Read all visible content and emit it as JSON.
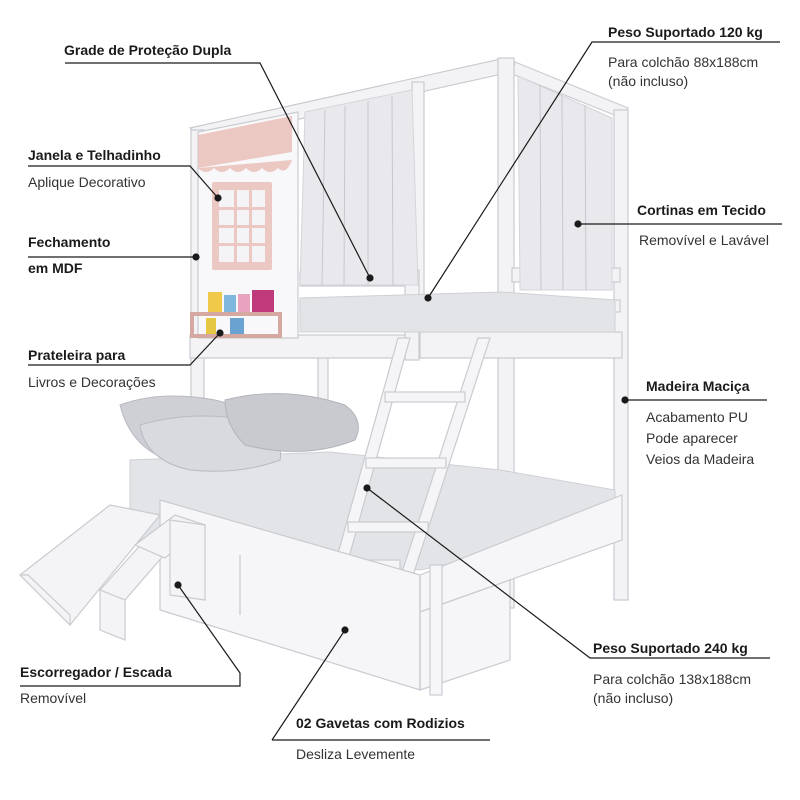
{
  "colors": {
    "background": "#ffffff",
    "frame": "#f3f3f5",
    "frame_edge": "#c9cbd0",
    "pink": "#ecc8c3",
    "bedding": "#dcdde2",
    "leader": "#1a1a1a"
  },
  "callouts": [
    {
      "id": "grade",
      "title": "Grade de Proteção Dupla",
      "subtitle": ""
    },
    {
      "id": "janela",
      "title": "Janela e Telhadinho",
      "subtitle": "Aplique Decorativo"
    },
    {
      "id": "fechamento",
      "title": "Fechamento",
      "subtitle": "em MDF"
    },
    {
      "id": "prateleira",
      "title": "Prateleira para",
      "subtitle": "Livros e Decorações"
    },
    {
      "id": "escorregador",
      "title": "Escorregador / Escada",
      "subtitle": "Removível"
    },
    {
      "id": "gavetas",
      "title": "02 Gavetas com Rodizios",
      "subtitle": "Desliza Levemente"
    },
    {
      "id": "peso120",
      "title": "Peso Suportado 120 kg",
      "lines": [
        "Para colchão 88x188cm",
        "(não incluso)"
      ]
    },
    {
      "id": "cortinas",
      "title": "Cortinas em Tecido",
      "subtitle": "Removível e Lavável"
    },
    {
      "id": "madeira",
      "title": "Madeira Maciça",
      "lines": [
        "Acabamento PU",
        "Pode aparecer",
        "Veios da Madeira"
      ]
    },
    {
      "id": "peso240",
      "title": "Peso Suportado 240 kg",
      "lines": [
        "Para colchão 138x188cm",
        "(não incluso)"
      ]
    }
  ]
}
